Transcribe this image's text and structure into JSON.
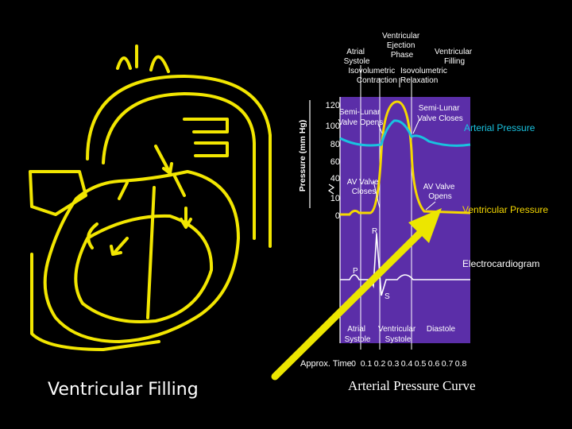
{
  "phases_top": {
    "ventricular_ejection_phase": [
      "Ventricular",
      "Ejection",
      "Phase"
    ],
    "atrial_systole": [
      "Atrial",
      "Systole"
    ],
    "ventricular_filling": [
      "Ventricular",
      "Filling"
    ],
    "isovolumetric_contraction": [
      "Isovolumetric",
      "Contraction"
    ],
    "isovolumetric_relaxation": [
      "Isovolumetric",
      "Relaxation"
    ]
  },
  "y_axis": {
    "label": "Pressure (mm Hg)",
    "ticks": [
      "120",
      "100",
      "80",
      "60",
      "40",
      "10",
      "0"
    ]
  },
  "annotations": {
    "semilunar_opens": [
      "Semi-Lunar",
      "Valve Opens"
    ],
    "semilunar_closes": [
      "Semi-Lunar",
      "Valve Closes"
    ],
    "av_closes": [
      "AV Valve",
      "Closes"
    ],
    "av_opens": [
      "AV Valve",
      "Opens"
    ]
  },
  "curve_labels": {
    "arterial": "Arterial Pressure",
    "ventricular": "Ventricular Pressure",
    "ecg": "Electrocardiogram"
  },
  "ecg_letters": {
    "p": "P",
    "r": "R",
    "s": "S"
  },
  "bottom_phases": {
    "atrial_systole": [
      "Atrial",
      "Systole"
    ],
    "ventricular_systole": [
      "Ventricular",
      "Systole"
    ],
    "diastole": "Diastole"
  },
  "time_axis": {
    "label": "Approx. Time",
    "ticks": [
      "0",
      "0.1",
      "0.2",
      "0.3",
      "0.4",
      "0.5",
      "0.6",
      "0.7",
      "0.8"
    ]
  },
  "captions": {
    "left": "Ventricular Filling",
    "right": "Arterial Pressure Curve"
  },
  "colors": {
    "background": "#000000",
    "panel": "#5b2ea8",
    "heart_outline": "#f2e600",
    "arterial_curve": "#19c3e0",
    "ventricular_curve": "#f5d800",
    "arrow": "#ece600",
    "text": "#ffffff"
  },
  "icons": [
    "heart-diagram-icon",
    "pointer-arrow-icon"
  ]
}
